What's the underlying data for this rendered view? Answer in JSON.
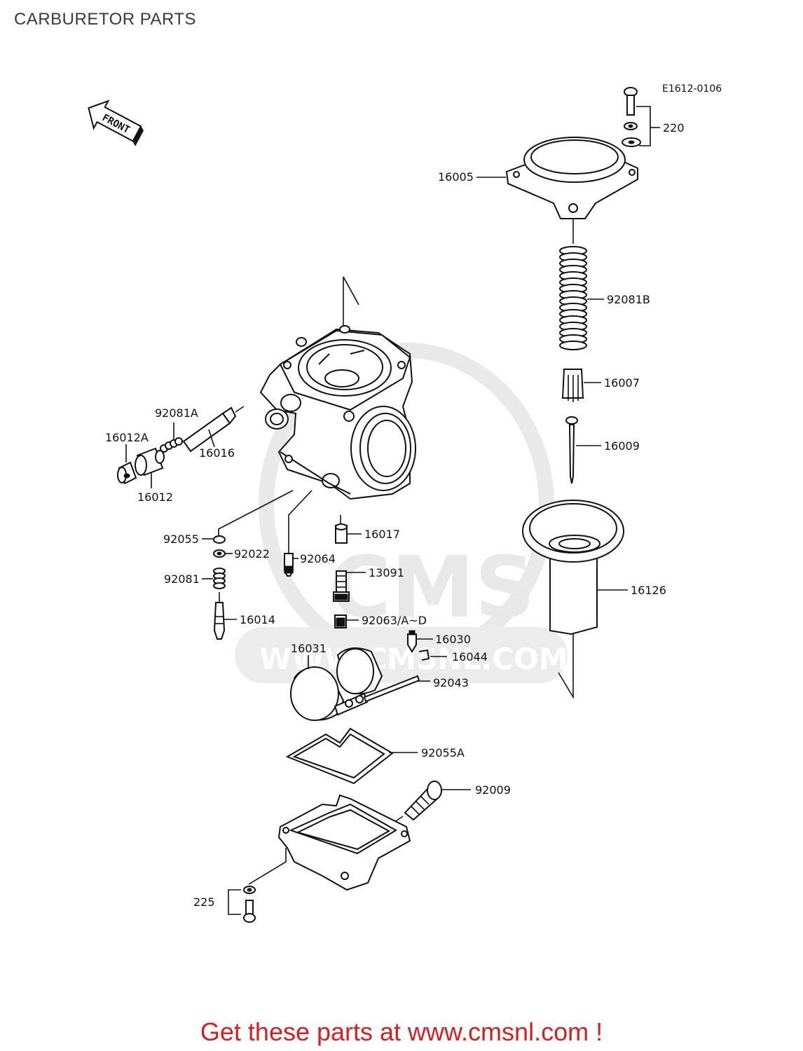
{
  "header": {
    "title": "CARBURETOR PARTS"
  },
  "diagram": {
    "ref_code": "E1612-0106",
    "front_arrow_text": "FRONT",
    "watermark": {
      "logo_text": "CMS",
      "url_text": "WWW.CMSNL.COM"
    },
    "labels": {
      "p220": "220",
      "p16005": "16005",
      "p92081B": "92081B",
      "p16007": "16007",
      "p16009": "16009",
      "p16126": "16126",
      "p92081A": "92081A",
      "p16012A": "16012A",
      "p16016": "16016",
      "p16012": "16012",
      "p92055": "92055",
      "p92022": "92022",
      "p92064": "92064",
      "p16017": "16017",
      "p13091": "13091",
      "p92081": "92081",
      "p16014": "16014",
      "p92063": "92063/A~D",
      "p16030": "16030",
      "p16031": "16031",
      "p16044": "16044",
      "p92043": "92043",
      "p92055A": "92055A",
      "p92009": "92009",
      "p225": "225"
    }
  },
  "footer": {
    "cta": "Get these parts at www.cmsnl.com !"
  }
}
